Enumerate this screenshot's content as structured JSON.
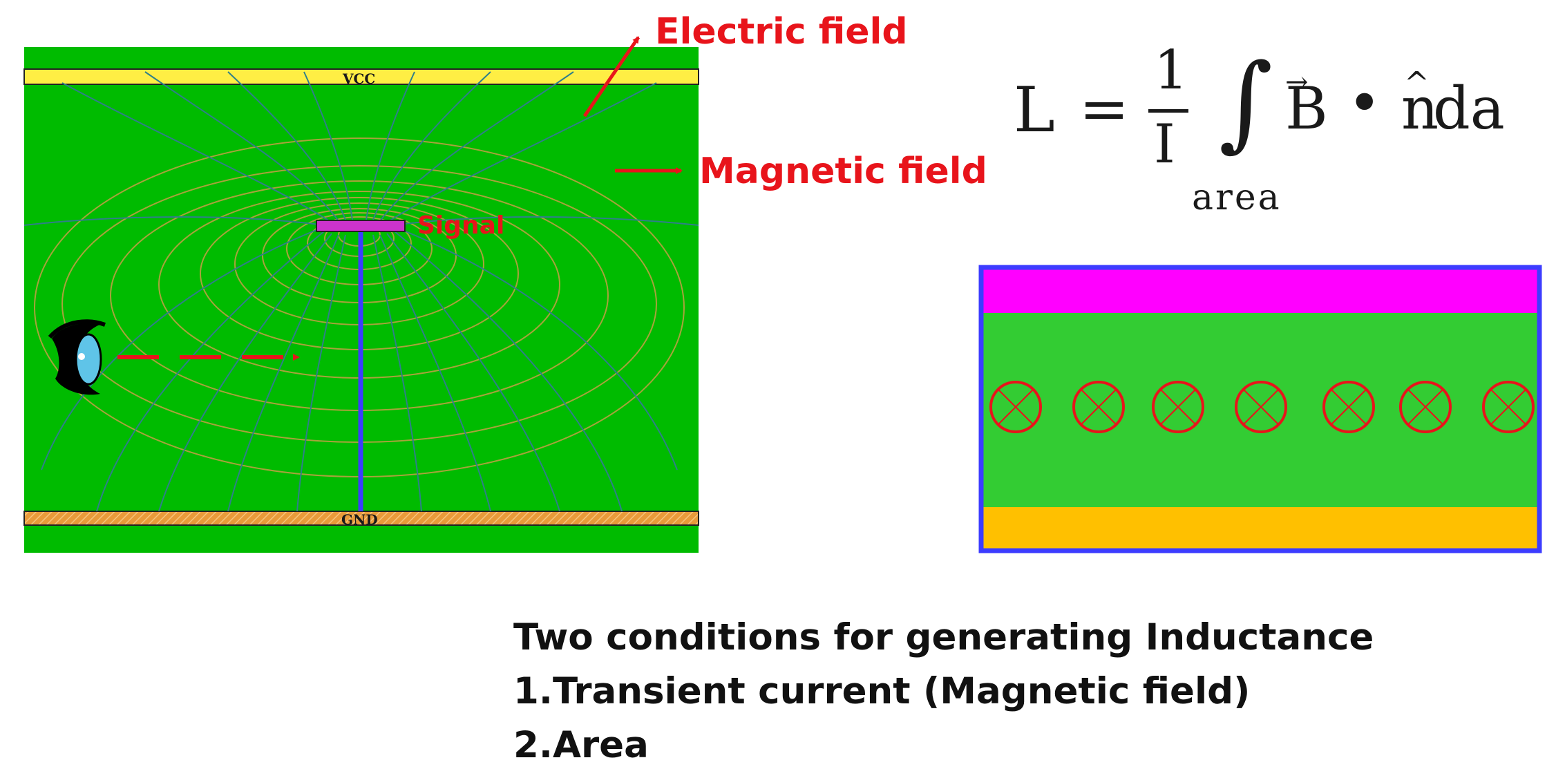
{
  "labels": {
    "electric_field": "Electric field",
    "magnetic_field": "Magnetic field",
    "signal": "Signal",
    "vcc": "VCC",
    "gnd": "GND"
  },
  "formula": {
    "lhs": "L",
    "equals": "=",
    "numerator": "1",
    "denominator": "I",
    "integral": "∫",
    "vector": "B",
    "vector_arrow": "→",
    "dot": "•",
    "normal": "n",
    "normal_hat": "^",
    "differential": "da",
    "limit": "area"
  },
  "caption": {
    "title": "Two conditions for generating Inductance",
    "item1": "1.Transient current (Magnetic field)",
    "item2": "2.Area"
  },
  "colors": {
    "board_green": "#00bb00",
    "vcc_plane": "#ffee44",
    "gnd_plane": "#e89a3a",
    "magnetic_line": "#a8a23c",
    "electric_line": "#2f7f8a",
    "trace": "#3c3cff",
    "signal_pad": "#cc33cc",
    "accent_red": "#e8141b",
    "section_green": "#33cc33",
    "section_magenta": "#ff00ff",
    "section_yellow": "#ffc000",
    "section_border": "#3c3cff"
  },
  "cross_section": {
    "field_markers": 7,
    "field_direction": "into-page"
  },
  "icons": [
    "eye-icon",
    "into-page-field-icon"
  ]
}
